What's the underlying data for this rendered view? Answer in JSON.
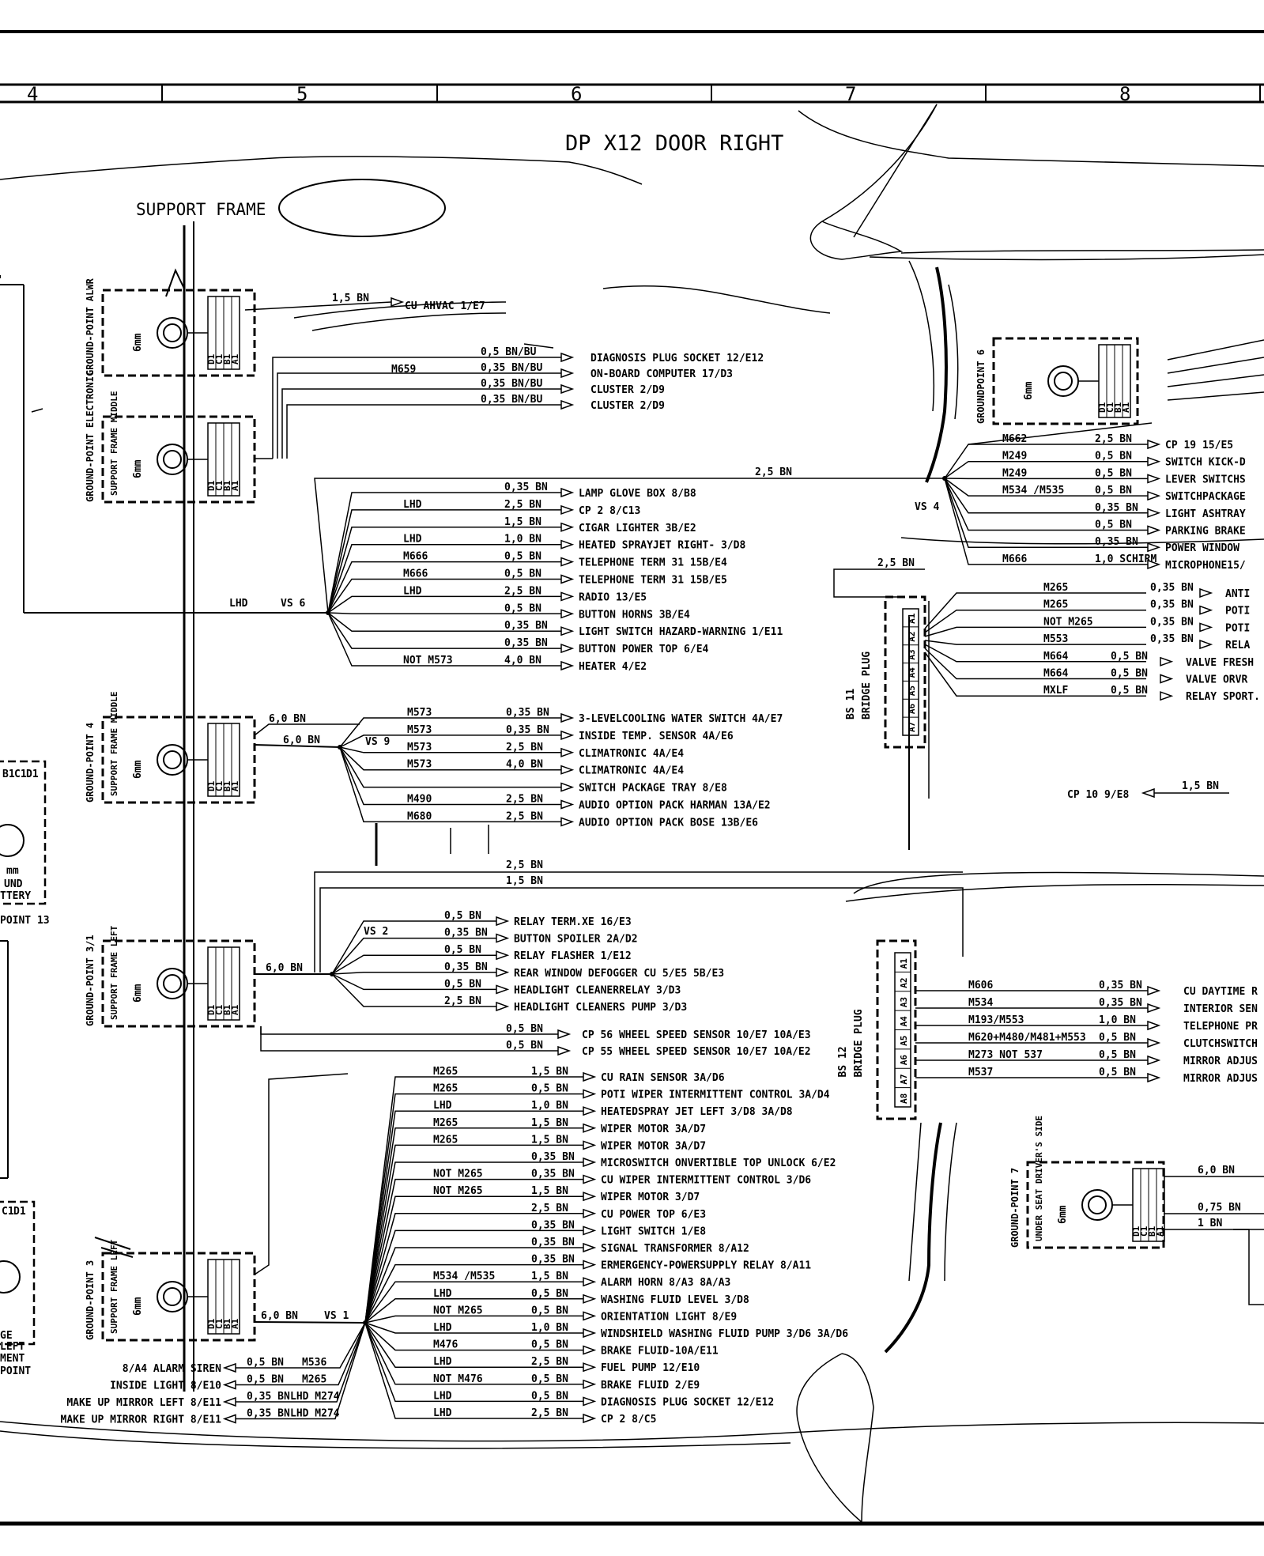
{
  "title": "DP X12  DOOR RIGHT",
  "support_frame": "SUPPORT FRAME",
  "ruler": [
    "4",
    "5",
    "6",
    "7",
    "8"
  ],
  "grounds": [
    {
      "label": "GROUND-POINT ALWR",
      "mm": "6mm"
    },
    {
      "label": "GROUND-POINT ELECTRONIC",
      "sub": "SUPPORT FRAME MIDDLE",
      "mm": "6mm"
    },
    {
      "label": "GROUND-POINT 4",
      "sub": "SUPPORT FRAME MIDDLE",
      "mm": "6mm"
    },
    {
      "label": "GROUND-POINT 3/1",
      "sub": "SUPPORT FRAME LEFT",
      "mm": "6mm"
    },
    {
      "label": "GROUND-POINT 3",
      "sub": "SUPPORT FRAME LEFT",
      "mm": "6mm"
    },
    {
      "label": "GROUNDPOINT 6",
      "mm": "6mm"
    },
    {
      "label": "GROUND-POINT 7",
      "sub": "UNDER SEAT DRIVER'S SIDE",
      "mm": "6mm"
    }
  ],
  "pins": [
    "D1",
    "C1",
    "B1",
    "A1"
  ],
  "plugs": [
    {
      "name": "BS 11",
      "label": "BRIDGE PLUG",
      "pins": [
        "A1",
        "A2",
        "A3",
        "A4",
        "A5",
        "A6",
        "A7"
      ]
    },
    {
      "name": "BS 12",
      "label": "BRIDGE PLUG",
      "pins": [
        "A1",
        "A2",
        "A3",
        "A4",
        "A5",
        "A6",
        "A7",
        "A8"
      ]
    }
  ],
  "left_fragments": [
    "B1",
    "C1",
    "D1",
    "mm",
    "UND",
    "TTERY",
    "POINT 13",
    "C1",
    "D1",
    "GE",
    "LEFT",
    "MENT",
    "POINT"
  ],
  "labels": {
    "cu_ahvac_wire": "1,5 BN",
    "cu_ahvac": "CU AHVAC 1/E7",
    "m659": "M659",
    "lhd_vs6": "LHD",
    "vs6": "VS 6",
    "vs9": "VS 9",
    "vs2": "VS 2",
    "vs1": "VS 1",
    "vs4": "VS 4",
    "bus_25": "2,5 BN",
    "gp4_60": "6,0 BN",
    "vs9_60": "6,0 BN",
    "gp31_60": "6,0 BN",
    "gp3_60": "6,0 BN",
    "top_25": "2,5 BN",
    "top_15": "1,5 BN",
    "bs11_25": "2,5 BN",
    "cp10": "CP 10  9/E8",
    "cp10_wire": "1,5 BN",
    "gp7_wire1": "6,0 BN",
    "gp7_wire2": "0,75 BN",
    "gp7_wire3": "1 BN"
  },
  "group_diag": [
    {
      "wire": "0,5 BN/BU",
      "target": "DIAGNOSIS PLUG SOCKET 12/E12"
    },
    {
      "wire": "0,35 BN/BU",
      "target": "ON-BOARD COMPUTER  17/D3"
    },
    {
      "wire": "0,35 BN/BU",
      "target": "CLUSTER  2/D9"
    },
    {
      "wire": "0,35 BN/BU",
      "target": "CLUSTER  2/D9"
    }
  ],
  "group_vs6": [
    {
      "note": "",
      "wire": "0,35 BN",
      "target": "LAMP GLOVE BOX 8/B8"
    },
    {
      "note": "LHD",
      "wire": "2,5 BN",
      "target": "CP 2  8/C13"
    },
    {
      "note": "",
      "wire": "1,5 BN",
      "target": "CIGAR LIGHTER 3B/E2"
    },
    {
      "note": "LHD",
      "wire": "1,0 BN",
      "target": "HEATED SPRAYJET RIGHT- 3/D8"
    },
    {
      "note": "M666",
      "wire": "0,5 BN",
      "target": "TELEPHONE TERM 31 15B/E4"
    },
    {
      "note": "M666",
      "wire": "0,5 BN",
      "target": "TELEPHONE TERM 31 15B/E5"
    },
    {
      "note": "LHD",
      "wire": "2,5 BN",
      "target": "RADIO 13/E5"
    },
    {
      "note": "",
      "wire": "0,5 BN",
      "target": "BUTTON HORNS 3B/E4"
    },
    {
      "note": "",
      "wire": "0,35 BN",
      "target": "LIGHT SWITCH HAZARD-WARNING 1/E11"
    },
    {
      "note": "",
      "wire": "0,35 BN",
      "target": "BUTTON POWER TOP 6/E4"
    },
    {
      "note": "NOT M573",
      "wire": "4,0 BN",
      "target": "HEATER 4/E2"
    }
  ],
  "group_vs9": [
    {
      "note": "M573",
      "wire": "0,35 BN",
      "target": "3-LEVELCOOLING WATER SWITCH  4A/E7"
    },
    {
      "note": "M573",
      "wire": "0,35 BN",
      "target": "INSIDE TEMP. SENSOR 4A/E6"
    },
    {
      "note": "M573",
      "wire": "2,5 BN",
      "target": "CLIMATRONIC 4A/E4"
    },
    {
      "note": "M573",
      "wire": "4,0 BN",
      "target": "CLIMATRONIC 4A/E4"
    },
    {
      "note": "",
      "wire": "",
      "target": "SWITCH PACKAGE TRAY 8/E8"
    },
    {
      "note": "M490",
      "wire": "2,5 BN",
      "target": "AUDIO OPTION PACK HARMAN 13A/E2"
    },
    {
      "note": "M680",
      "wire": "2,5 BN",
      "target": "AUDIO OPTION PACK BOSE 13B/E6"
    }
  ],
  "group_vs2": [
    {
      "wire": "0,5 BN",
      "target": "RELAY TERM.XE 16/E3"
    },
    {
      "wire": "0,35 BN",
      "target": "BUTTON SPOILER 2A/D2"
    },
    {
      "wire": "0,5 BN",
      "target": "RELAY FLASHER 1/E12"
    },
    {
      "wire": "0,35 BN",
      "target": "REAR WINDOW DEFOGGER CU 5/E5 5B/E3"
    },
    {
      "wire": "0,5 BN",
      "target": "HEADLIGHT CLEANERRELAY 3/D3"
    },
    {
      "wire": "2,5 BN",
      "target": "HEADLIGHT CLEANERS PUMP 3/D3"
    }
  ],
  "group_wheel": [
    {
      "wire": "0,5 BN",
      "target": "CP 56 WHEEL SPEED SENSOR  10/E7  10A/E3"
    },
    {
      "wire": "0,5 BN",
      "target": "CP 55 WHEEL SPEED SENSOR  10/E7  10A/E2"
    }
  ],
  "group_vs1": [
    {
      "note": "M265",
      "wire": "1,5 BN",
      "target": "CU RAIN SENSOR 3A/D6"
    },
    {
      "note": "M265",
      "wire": "0,5 BN",
      "target": "POTI WIPER INTERMITTENT CONTROL 3A/D4"
    },
    {
      "note": "LHD",
      "wire": "1,0 BN",
      "target": "HEATEDSPRAY JET LEFT  3/D8  3A/D8"
    },
    {
      "note": "M265",
      "wire": "1,5 BN",
      "target": "WIPER MOTOR  3A/D7"
    },
    {
      "note": "M265",
      "wire": "1,5 BN",
      "target": "WIPER MOTOR  3A/D7"
    },
    {
      "note": "",
      "wire": "0,35 BN",
      "target": "MICROSWITCH ONVERTIBLE TOP UNLOCK 6/E2"
    },
    {
      "note": "NOT M265",
      "wire": "0,35 BN",
      "target": "CU WIPER INTERMITTENT CONTROL  3/D6"
    },
    {
      "note": "NOT M265",
      "wire": "1,5 BN",
      "target": "WIPER MOTOR  3/D7"
    },
    {
      "note": "",
      "wire": "2,5 BN",
      "target": "CU POWER TOP 6/E3"
    },
    {
      "note": "",
      "wire": "0,35 BN",
      "target": "LIGHT SWITCH  1/E8"
    },
    {
      "note": "",
      "wire": "0,35 BN",
      "target": "SIGNAL TRANSFORMER 8/A12"
    },
    {
      "note": "",
      "wire": "0,35 BN",
      "target": "ERMERGENCY-POWERSUPPLY RELAY 8/A11"
    },
    {
      "note": "M534 /M535",
      "wire": "1,5 BN",
      "target": "ALARM HORN 8/A3  8A/A3"
    },
    {
      "note": "LHD",
      "wire": "0,5 BN",
      "target": "WASHING FLUID LEVEL 3/D8"
    },
    {
      "note": "NOT M265",
      "wire": "0,5 BN",
      "target": "ORIENTATION LIGHT 8/E9"
    },
    {
      "note": "LHD",
      "wire": "1,0 BN",
      "target": "WINDSHIELD WASHING FLUID PUMP 3/D6  3A/D6"
    },
    {
      "note": "M476",
      "wire": "0,5 BN",
      "target": "BRAKE FLUID-10A/E11"
    },
    {
      "note": "LHD",
      "wire": "2,5 BN",
      "target": "FUEL PUMP  12/E10"
    },
    {
      "note": "NOT M476",
      "wire": "0,5 BN",
      "target": "BRAKE FLUID 2/E9"
    },
    {
      "note": "LHD",
      "wire": "0,5 BN",
      "target": "DIAGNOSIS PLUG SOCKET  12/E12"
    },
    {
      "note": "LHD",
      "wire": "2,5 BN",
      "target": "CP 2  8/C5"
    }
  ],
  "group_vs1_left": [
    {
      "wire": "0,5 BN",
      "note": "M536",
      "target": "8/A4 ALARM SIREN"
    },
    {
      "wire": "0,5 BN",
      "note": "M265",
      "target": "INSIDE LIGHT  8/E10"
    },
    {
      "wire": "0,35 BN",
      "note": "LHD M274",
      "target": "MAKE UP MIRROR  LEFT  8/E11"
    },
    {
      "wire": "0,35 BN",
      "note": "LHD M274",
      "target": "MAKE UP MIRROR RIGHT  8/E11"
    }
  ],
  "group_vs4": [
    {
      "note": "M662",
      "wire": "2,5 BN",
      "target": "CP 19 15/E5"
    },
    {
      "note": "M249",
      "wire": "0,5 BN",
      "target": "SWITCH KICK-D"
    },
    {
      "note": "M249",
      "wire": "0,5 BN",
      "target": "LEVER SWITCHS"
    },
    {
      "note": "M534 /M535",
      "wire": "0,5 BN",
      "target": "SWITCHPACKAGE"
    },
    {
      "note": "",
      "wire": "0,35 BN",
      "target": "LIGHT ASHTRAY"
    },
    {
      "note": "",
      "wire": "0,5 BN",
      "target": "PARKING BRAKE"
    },
    {
      "note": "",
      "wire": "0,35 BN",
      "target": "POWER WINDOW"
    },
    {
      "note": "M666",
      "wire": "1,0 SCHIRM",
      "target": "MICROPHONE15/"
    }
  ],
  "group_bs11": [
    {
      "note": "M265",
      "wire": "0,35 BN",
      "target": "ANTI"
    },
    {
      "note": "M265",
      "wire": "0,35 BN",
      "target": "POTI"
    },
    {
      "note": "NOT M265",
      "wire": "0,35 BN",
      "target": "POTI"
    },
    {
      "note": "M553",
      "wire": "0,35 BN",
      "target": "RELA"
    },
    {
      "note": "M664",
      "wire": "0,5 BN",
      "target": "VALVE FRESH"
    },
    {
      "note": "M664",
      "wire": "0,5 BN",
      "target": "VALVE ORVR"
    },
    {
      "note": "MXLF",
      "wire": "0,5 BN",
      "target": "RELAY SPORT."
    }
  ],
  "group_bs12": [
    {
      "note": "M606",
      "wire": "0,35 BN",
      "target": "CU DAYTIME R"
    },
    {
      "note": "M534",
      "wire": "0,35 BN",
      "target": "INTERIOR SEN"
    },
    {
      "note": "M193/M553",
      "wire": "1,0 BN",
      "target": "TELEPHONE PR"
    },
    {
      "note": "M620+M480/M481+M553",
      "wire": "0,5 BN",
      "target": "CLUTCHSWITCH"
    },
    {
      "note": "M273 NOT 537",
      "wire": "0,5 BN",
      "target": "MIRROR ADJUS"
    },
    {
      "note": "M537",
      "wire": "0,5 BN",
      "target": "MIRROR ADJUS"
    }
  ]
}
